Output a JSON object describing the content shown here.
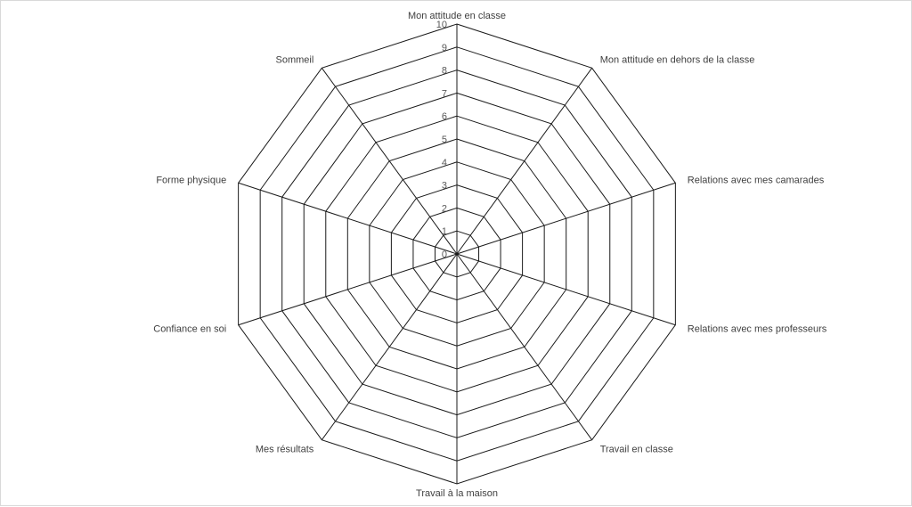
{
  "chart_data": {
    "type": "radar",
    "categories": [
      "Mon attitude en classe",
      "Mon attitude en dehors de la classe",
      "Relations avec mes camarades",
      "Relations avec mes professeurs",
      "Travail en classe",
      "Travail à la maison",
      "Mes résultats",
      "Confiance en soi",
      "Forme physique",
      "Sommeil"
    ],
    "ticks": [
      "0",
      "1",
      "2",
      "3",
      "4",
      "5",
      "6",
      "7",
      "8",
      "9",
      "10"
    ],
    "rlim": [
      0,
      10
    ],
    "grid": true,
    "series": []
  },
  "colors": {
    "grid": "#1a1a1a",
    "tick_text": "#595959",
    "label_text": "#404040",
    "border": "#d9d9d9"
  }
}
